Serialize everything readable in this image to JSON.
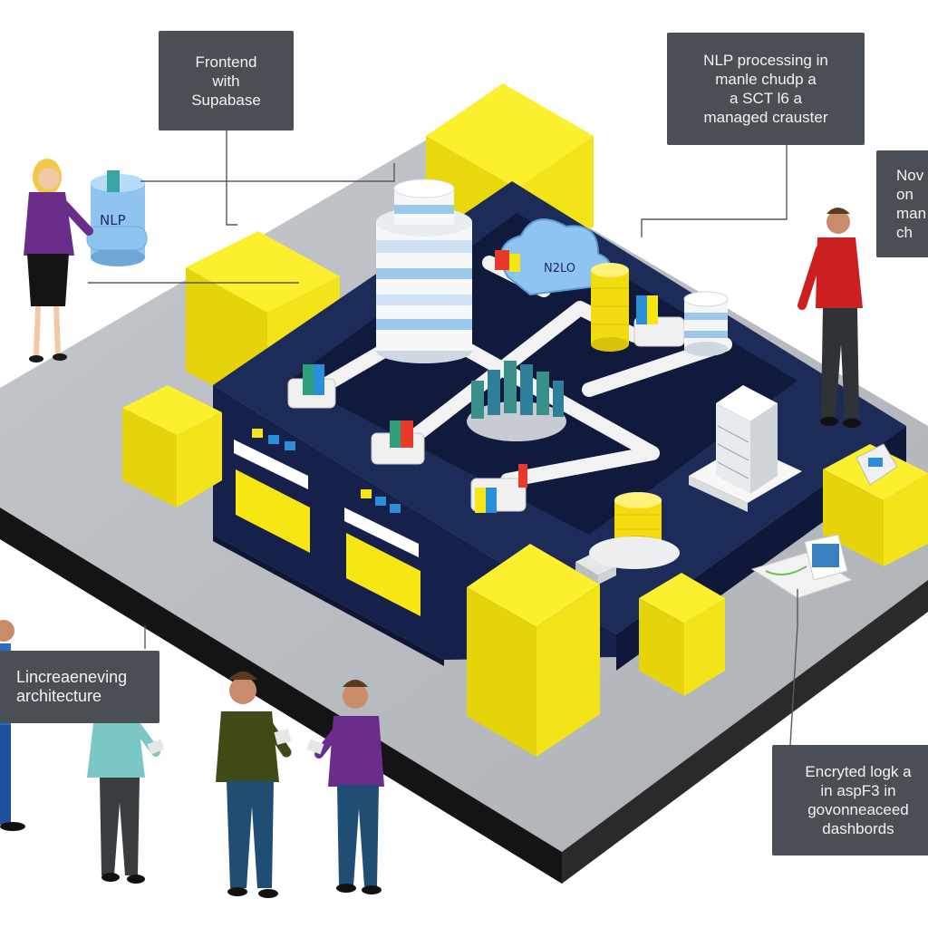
{
  "callouts": {
    "frontend": [
      "Frontend",
      "with",
      "Supabase"
    ],
    "nlp": [
      "NLP processing in",
      "manle chudp a",
      "a SCT l6 a",
      "managed crauster"
    ],
    "novel": [
      "Nov",
      "on",
      "man",
      "ch"
    ],
    "architecture": [
      "Lincreaeneving",
      "architecture"
    ],
    "encrypted": [
      "Encryted logk a",
      "in aspF3 in",
      "govonneaceed",
      "dashbords"
    ]
  },
  "labels": {
    "nlp_tank": "NLP",
    "cloud_text": "N2LO"
  },
  "colors": {
    "accent_yellow": "#f5e614",
    "platform_navy": "#1c2b57",
    "floor_gray": "#b9bdc2",
    "callout_gray": "#4a4f55",
    "pipe_white": "#f2f2f2"
  }
}
